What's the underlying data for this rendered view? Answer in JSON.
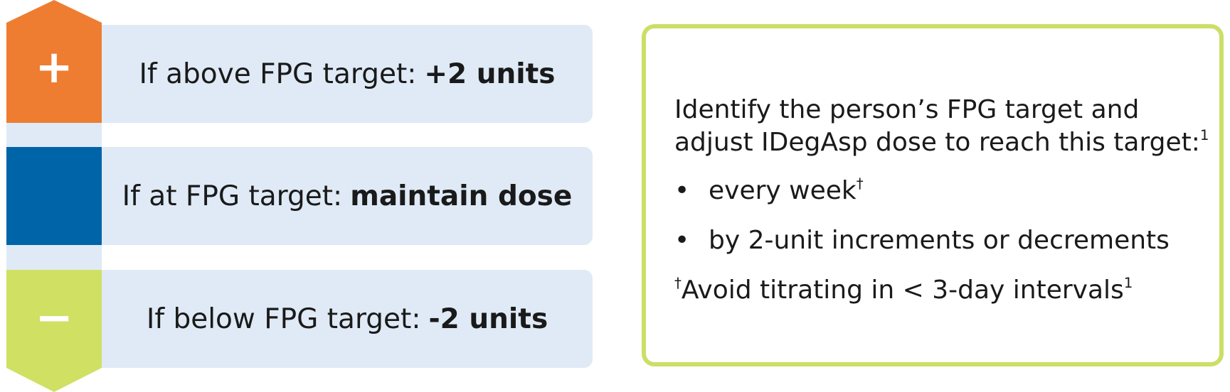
{
  "signs": {
    "plus": "+",
    "minus": "−"
  },
  "rows": [
    {
      "lead": "If above FPG target:",
      "strong": "+2 units"
    },
    {
      "lead": "If at FPG target:",
      "strong": "maintain dose"
    },
    {
      "lead": "If below FPG target:",
      "strong": "-2 units"
    }
  ],
  "info": {
    "intro": "Identify the person’s FPG target and adjust IDegAsp dose to reach this target:",
    "intro_ref": "1",
    "bullet_marker": "•",
    "bullets": [
      {
        "text": "every week",
        "sup": "†"
      },
      {
        "text": "by 2-unit increments or decrements",
        "sup": ""
      }
    ],
    "footnote_mark": "†",
    "footnote": "Avoid titrating in < 3-day intervals",
    "footnote_ref": "1"
  },
  "colors": {
    "increase": "#ee7d31",
    "maintain": "#0064a8",
    "decrease": "#cfe063",
    "gap": "#dfeaf6",
    "row_bg": "#dfeaf6",
    "box_border": "#cbdf66"
  }
}
